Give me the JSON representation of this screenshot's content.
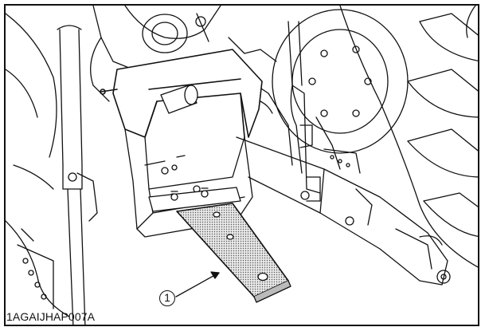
{
  "figure": {
    "code": "1AGAIJHAP007A",
    "callouts": [
      {
        "label": "1",
        "target": "drawbar"
      }
    ]
  }
}
